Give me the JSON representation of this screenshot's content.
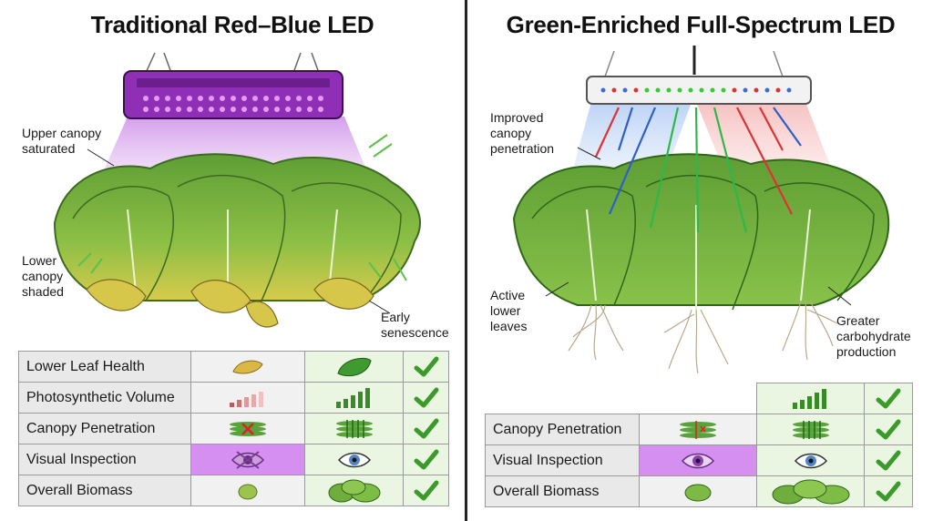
{
  "left": {
    "title": "Traditional Red–Blue LED",
    "labels": {
      "upper_1": "Upper canopy",
      "upper_2": "saturated",
      "lower_1": "Lower",
      "lower_2": "canopy",
      "lower_3": "shaded",
      "early_1": "Early",
      "early_2": "senescence"
    },
    "table": [
      {
        "metric": "Lower Leaf Health",
        "bad_icon": "yellow-leaf-icon",
        "good_icon": "green-leaf-icon"
      },
      {
        "metric": "Photosynthetic Volume",
        "bad_icon": "declining-bars-icon",
        "good_icon": "rising-bars-icon"
      },
      {
        "metric": "Canopy Penetration",
        "bad_icon": "blocked-layers-icon",
        "good_icon": "penetrating-layers-icon"
      },
      {
        "metric": "Visual Inspection",
        "bad_icon": "crossed-eye-icon",
        "good_icon": "eye-icon"
      },
      {
        "metric": "Overall Biomass",
        "bad_icon": "small-lettuce-icon",
        "good_icon": "large-lettuce-icon"
      }
    ]
  },
  "right": {
    "title": "Green-Enriched Full-Spectrum LED",
    "labels": {
      "improved_1": "Improved",
      "improved_2": "canopy",
      "improved_3": "penetration",
      "active_1": "Active",
      "active_2": "lower",
      "active_3": "leaves",
      "greater_1": "Greater",
      "greater_2": "carbohydrate",
      "greater_3": "production"
    },
    "table": [
      {
        "metric": "",
        "bad_icon": "",
        "good_icon": "rising-bars-icon"
      },
      {
        "metric": "Canopy Penetration",
        "bad_icon": "blocked-layers-icon",
        "good_icon": "penetrating-layers-icon"
      },
      {
        "metric": "Visual Inspection",
        "bad_icon": "purple-eye-icon",
        "good_icon": "eye-icon"
      },
      {
        "metric": "Overall Biomass",
        "bad_icon": "small-lettuce-icon",
        "good_icon": "large-lettuce-icon"
      }
    ]
  },
  "colors": {
    "purple_light": "#9b3cc9",
    "good_bg": "#eaf6e2",
    "check": "#3a9a2a",
    "leaf_green": "#6cae3e",
    "leaf_yellow": "#d9c74a"
  }
}
